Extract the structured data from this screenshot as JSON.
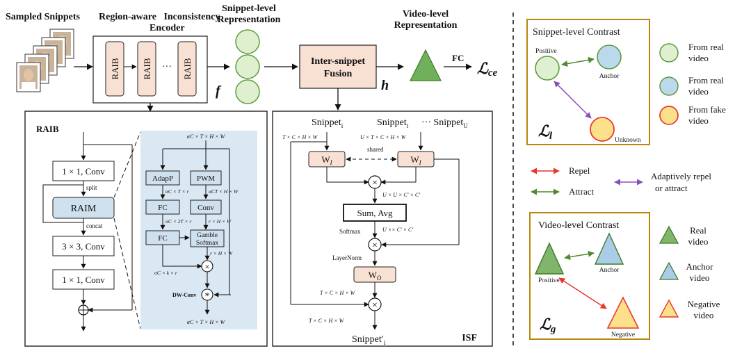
{
  "top": {
    "sampled_snippets": "Sampled Snippets",
    "encoder_title_l1": "Region-aware   Inconsistency",
    "encoder_title_l2": "Encoder",
    "raib_label": "RAIB",
    "ellipsis": "···",
    "f_symbol": "f",
    "snippet_level_l1": "Snippet-level",
    "snippet_level_l2": "Representation",
    "fusion_l1": "Inter-snippet",
    "fusion_l2": "Fusion",
    "h_symbol": "h",
    "video_level_l1": "Video-level",
    "video_level_l2": "Representation",
    "fc_label": "FC",
    "loss_ce_main": "ℒ",
    "loss_ce_sub": "ce"
  },
  "raib_panel": {
    "title": "RAIB",
    "conv1": "1 × 1, Conv",
    "split": "split",
    "raim": "RAIM",
    "concat": "concat",
    "conv3": "3 × 3, Conv",
    "conv1b": "1 × 1, Conv",
    "sum_symbol": "+"
  },
  "raim_detail": {
    "in_dim": "αC × T × H × W",
    "adapp": "AdapP",
    "pwm": "PWM",
    "dim_a": "αC × T × r",
    "dim_b": "αCT × H × W",
    "fc1": "FC",
    "conv": "Conv",
    "dim_c": "αC × 2T × r",
    "dim_d": "r × H × W",
    "fc2": "FC",
    "gamble_l1": "Gamble",
    "gamble_l2": "Softmax",
    "dim_e": "r × H × W",
    "dim_f": "αC × k × r",
    "dwconv": "DW-Conv",
    "star": "*",
    "out_dim": "αC × T × H × W",
    "times": "×"
  },
  "isf_panel": {
    "snippet_i_main": "Snippet",
    "snippet_i_sub": "i",
    "snippet_t_main": "Snippet",
    "snippet_t_sub": "t",
    "snippet_u": "··· Snippet",
    "snippet_u_sub": "U",
    "dim_in_left": "T × C × H × W",
    "dim_in_right": "U × T × C × H × W",
    "wi_left_main": "W",
    "wi_left_sub": "I",
    "shared": "shared",
    "wi_right_main": "W",
    "wi_right_sub": "I",
    "dim_uuc": "U × U × C′ × C′",
    "sum_avg": "Sum, Avg",
    "softmax": "Softmax",
    "dim_uxc": "U ×× C′ × C′",
    "layernorm": "LayerNorm",
    "wo_main": "W",
    "wo_sub": "O",
    "dim_tchw1": "T × C × H × W",
    "dim_tchw2": "T × C × H × W",
    "snippet_out_main": "Snippet′",
    "snippet_out_sub": "i",
    "title": "ISF",
    "times": "×"
  },
  "snippet_contrast": {
    "title": "Snippet-level Contrast",
    "positive": "Positive",
    "anchor": "Anchor",
    "unknown": "Unknown",
    "loss_main": "ℒ",
    "loss_sub": "l",
    "legend": [
      {
        "label_l1": "From real",
        "label_l2": "video",
        "color": "#dff0d0"
      },
      {
        "label_l1": "From real",
        "label_l2": "video",
        "color": "#bcd8ec"
      },
      {
        "label_l1": "From fake",
        "label_l2": "video",
        "color": "#fde08a"
      }
    ]
  },
  "relations": {
    "repel": "Repel",
    "attract": "Attract",
    "adaptive_l1": "Adaptively repel",
    "adaptive_l2": "or attract",
    "repel_color": "#e8372a",
    "attract_color": "#4e8a2e",
    "adaptive_color": "#8a4fbf"
  },
  "video_contrast": {
    "title": "Video-level Contrast",
    "positive": "Positive",
    "anchor": "Anchor",
    "negative": "Negative",
    "loss_main": "ℒ",
    "loss_sub": "g",
    "legend": [
      {
        "label_l1": "Real",
        "label_l2": "video",
        "color": "#80b56a"
      },
      {
        "label_l1": "Anchor",
        "label_l2": "video",
        "color": "#a9cde8"
      },
      {
        "label_l1": "Negative",
        "label_l2": "video",
        "color": "#fde08a"
      }
    ]
  },
  "colors": {
    "panel_border": "#b8860b",
    "block_fill": "#f8e0d2",
    "raim_fill": "#cfe0ef",
    "detail_bg": "#dae8f4",
    "snippet_circle": "#dff0d0",
    "snippet_circle_stroke": "#5d9b3b",
    "triangle_fill": "#71b05a"
  }
}
